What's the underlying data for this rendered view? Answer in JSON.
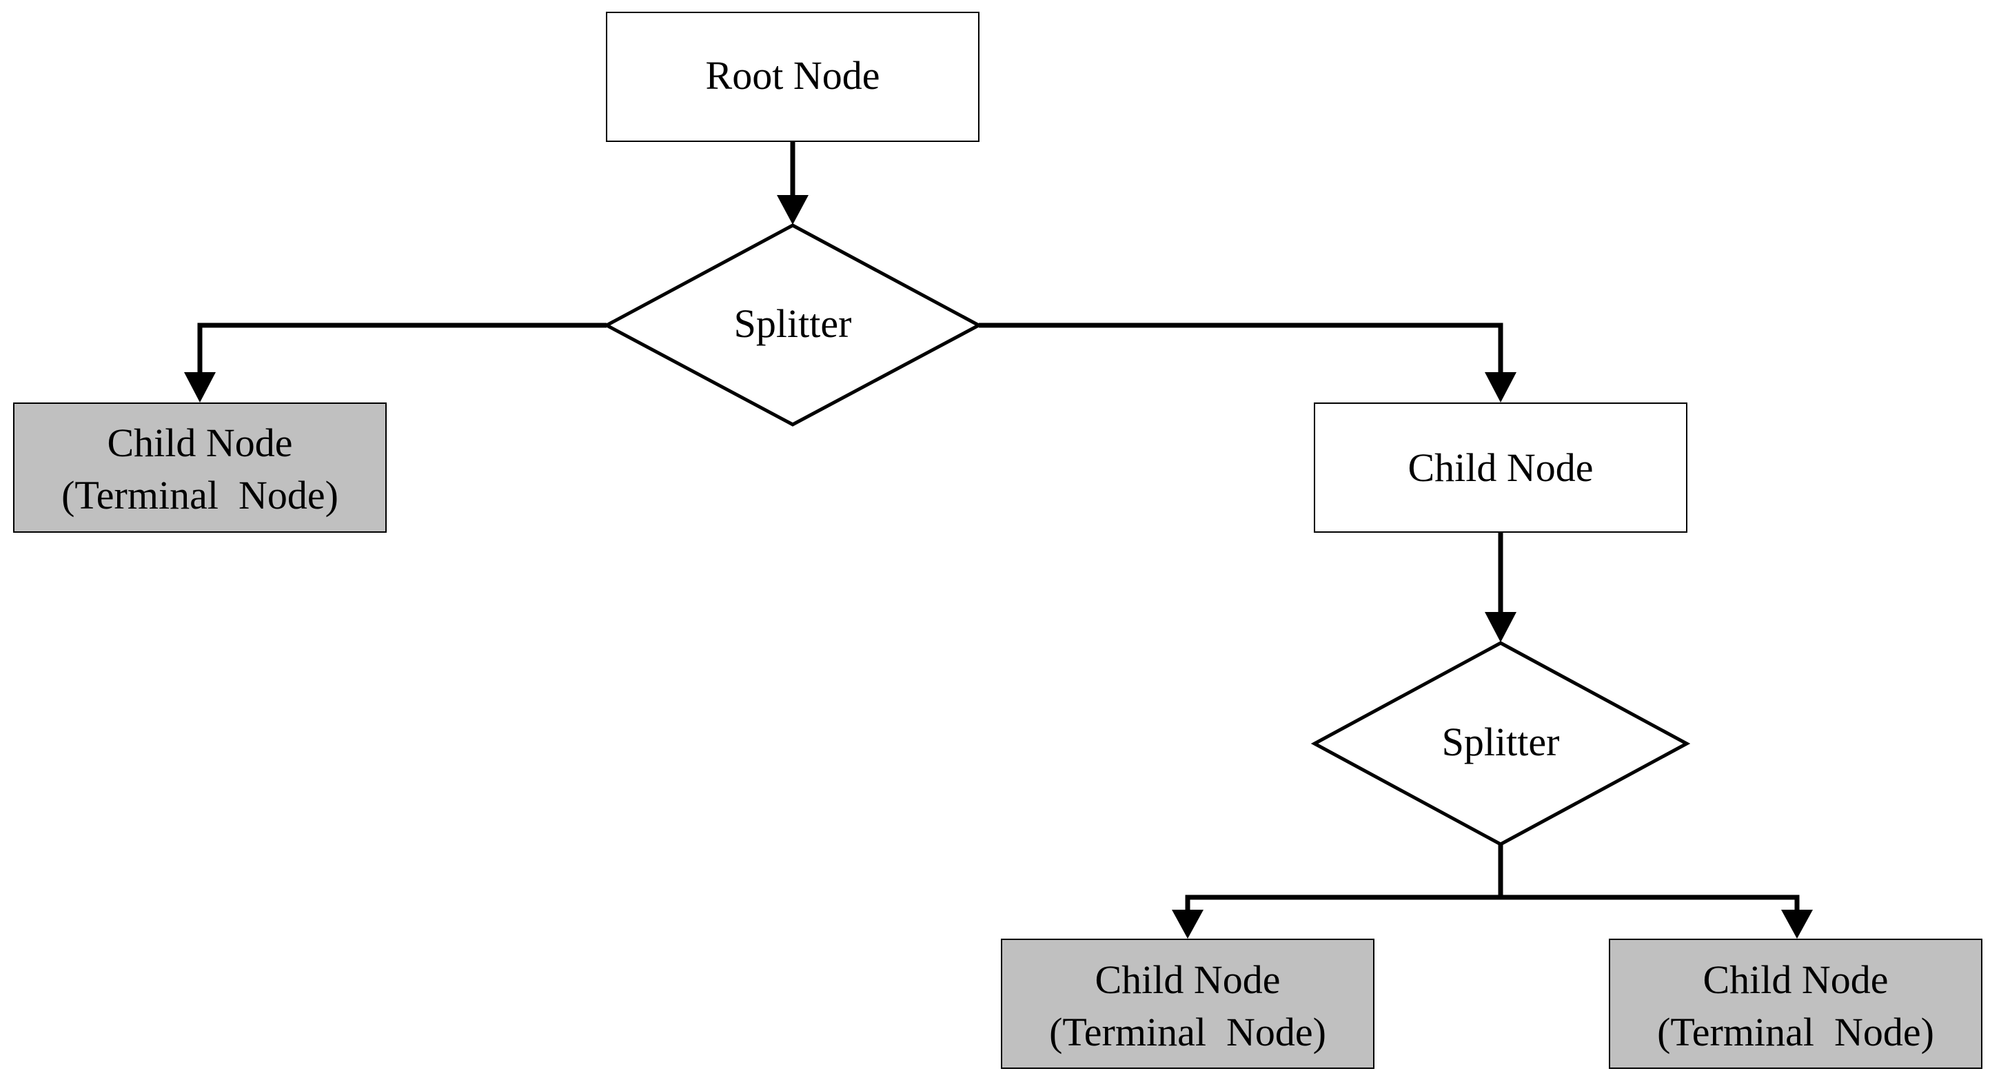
{
  "nodes": {
    "root": {
      "label": "Root Node"
    },
    "splitter_top": {
      "label": "Splitter"
    },
    "child_left": {
      "line1": "Child Node",
      "line2": "(Terminal  Node)"
    },
    "child_right": {
      "label": "Child Node"
    },
    "splitter_bottom": {
      "label": "Splitter"
    },
    "child_bottom_left": {
      "line1": "Child Node",
      "line2": "(Terminal  Node)"
    },
    "child_bottom_right": {
      "line1": "Child Node",
      "line2": "(Terminal  Node)"
    }
  },
  "colors": {
    "terminal_fill": "#c0c0c0",
    "node_fill": "#ffffff",
    "stroke": "#000000"
  }
}
